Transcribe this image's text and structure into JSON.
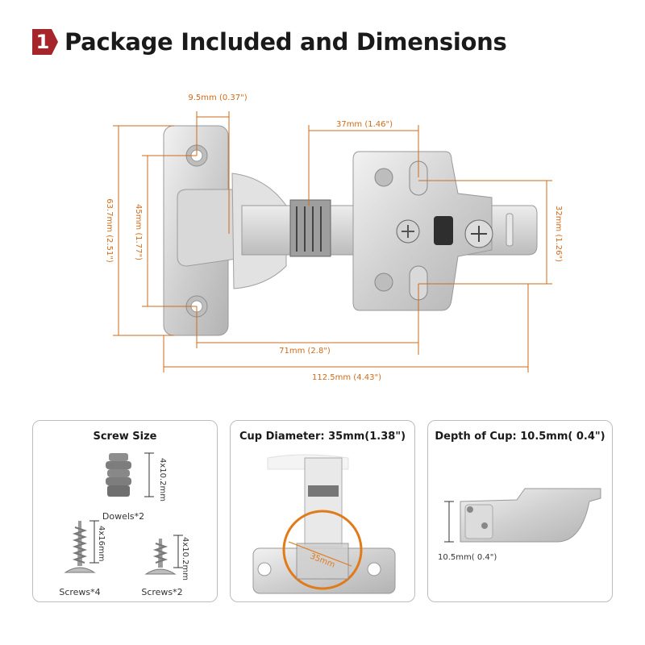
{
  "header": {
    "number": "1",
    "title": "Package Included and Dimensions"
  },
  "dimensions": {
    "plate_hole_width": "9.5mm (0.37\")",
    "cup_to_hole": "37mm (1.46\")",
    "plate_height": "63.7mm (2.51\")",
    "plate_hole_spacing": "45mm (1.77\")",
    "mount_hole_spacing": "32mm (1.26\")",
    "hole_span": "71mm (2.8\")",
    "overall_length": "112.5mm (4.43\")"
  },
  "cards": {
    "screw": {
      "title": "Screw Size",
      "dowel_size": "4x10.2mm",
      "dowel_label": "Dowels*2",
      "screw_long_size": "4x16mm",
      "screw_long_label": "Screws*4",
      "screw_short_size": "4x10.2mm",
      "screw_short_label": "Screws*2"
    },
    "cup": {
      "title": "Cup Diameter: 35mm(1.38\")",
      "diameter_label": "35mm"
    },
    "depth": {
      "title": "Depth of Cup: 10.5mm( 0.4\")",
      "depth_label": "10.5mm( 0.4\")"
    }
  },
  "colors": {
    "dimension": "#d06a18",
    "badge": "#a6252a",
    "metal": "#c9c9c9"
  }
}
